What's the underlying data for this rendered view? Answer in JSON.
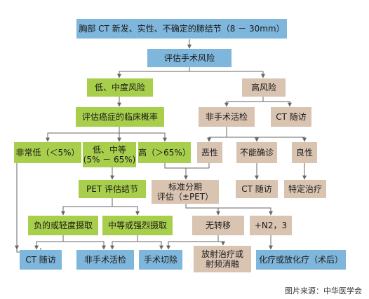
{
  "flow": {
    "top": "胸部 CT 新发、实性、不确定的肺结节（8 － 30mm）",
    "assess_risk": "评估手术风险",
    "low_mid_risk": "低、中度风险",
    "high_risk": "高风险",
    "assess_prob": "评估癌症的临床概率",
    "non_surgical_high": "非手术活检",
    "ct_follow_high": "CT 随访",
    "very_low": "非常低（＜5%）",
    "low_mid": "低、中等\n(5% － 65%)",
    "high": "高（＞65%）",
    "malignant": "恶性",
    "uncertain": "不能确诊",
    "benign": "良性",
    "pet": "PET 评估结节",
    "staging": "标准分期\n评估（±PET）",
    "ct_follow_uncertain": "CT 随访",
    "specific_treatment": "特定治疗",
    "neg_light": "负的或轻度摄取",
    "mid_strong": "中等或强烈摄取",
    "no_metastasis": "无转移",
    "n2n3": "+N2，3",
    "ct_follow_final": "CT 随访",
    "non_surgical_final": "非手术活检",
    "surgical_resection": "手术切除",
    "radio_ablation": "放射治疗或\n射频消融",
    "chemo": "化疗或放化疗（术后）"
  },
  "credit": "图片来源：中华医学会",
  "colors": {
    "blue": "#7fb6dc",
    "green": "#a8cf4c",
    "tan": "#d9c3b1",
    "line": "#666666"
  }
}
